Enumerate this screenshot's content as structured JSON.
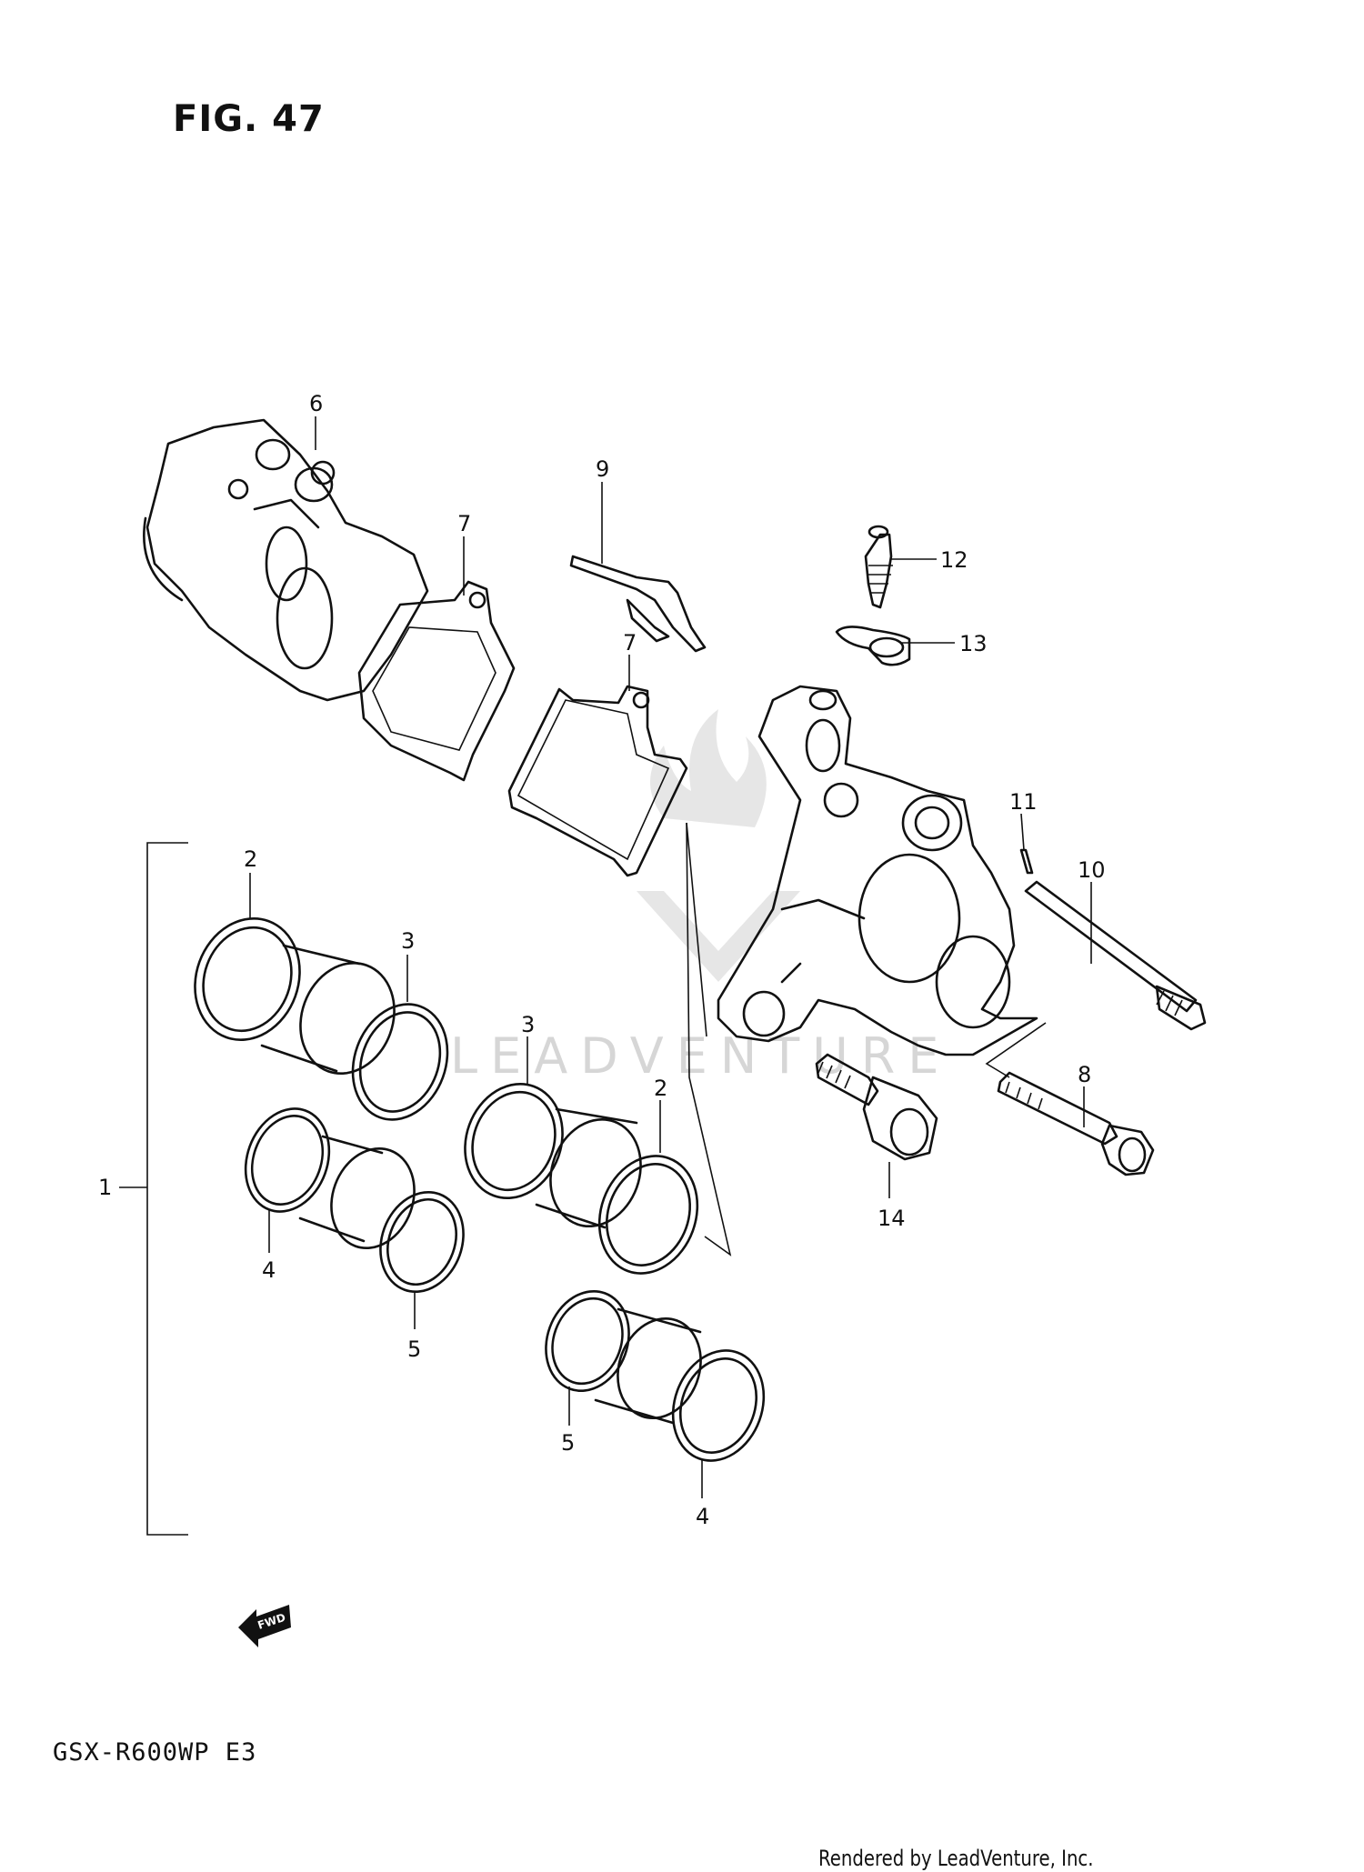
{
  "figure_title": "FIG. 47",
  "model_code": "GSX-R600WP  E3",
  "credit": "Rendered by LeadVenture, Inc.",
  "watermark_text": "LEADVENTURE",
  "fwd_label": "FWD",
  "callouts": [
    "1",
    "2",
    "3",
    "4",
    "5",
    "2",
    "3",
    "4",
    "5",
    "6",
    "7",
    "7",
    "8",
    "9",
    "10",
    "11",
    "12",
    "13",
    "14"
  ]
}
